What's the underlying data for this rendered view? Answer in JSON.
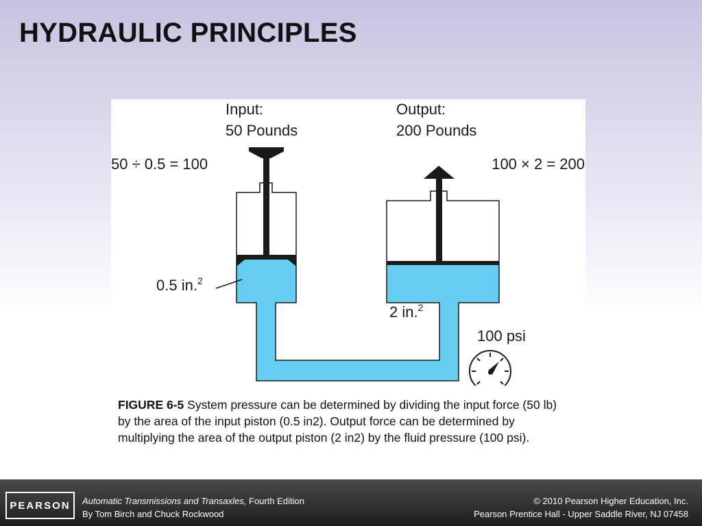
{
  "slide": {
    "title": "HYDRAULIC PRINCIPLES"
  },
  "diagram": {
    "input_label": "Input:",
    "input_force": "50 Pounds",
    "output_label": "Output:",
    "output_force": "200 Pounds",
    "input_equation": "50 ÷ 0.5 = 100",
    "output_equation": "100 × 2 = 200",
    "input_area": "0.5 in.",
    "input_area_exp": "2",
    "output_area": "2 in.",
    "output_area_exp": "2",
    "gauge_reading": "100 psi",
    "fluid_color": "#66ccf0"
  },
  "caption": {
    "label": "FIGURE 6-5",
    "text": " System pressure can be determined by dividing the input force (50 lb) by the area of the input piston (0.5 in2). Output force can be determined by multiplying the area of the output piston (2 in2) by the fluid pressure (100 psi)."
  },
  "footer": {
    "logo": "PEARSON",
    "book_title": "Automatic Transmissions and Transaxles,",
    "edition": " Fourth Edition",
    "authors": "By Tom Birch and Chuck Rockwood",
    "copyright": "© 2010 Pearson Higher Education, Inc.",
    "publisher": "Pearson Prentice Hall - Upper Saddle River, NJ 07458"
  }
}
